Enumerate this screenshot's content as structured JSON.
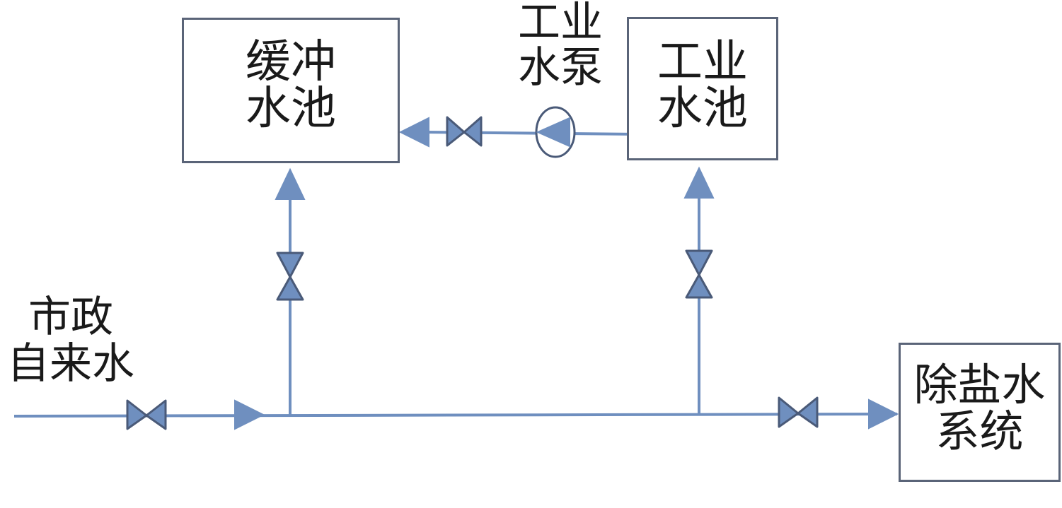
{
  "colors": {
    "pipe": "#6f8fbf",
    "valve_fill": "#6f8fbf",
    "valve_stroke": "#4a5a78",
    "box_border": "#5a6478",
    "text": "#1a1a1a"
  },
  "nodes": {
    "buffer_tank": {
      "line1": "缓冲",
      "line2": "水池"
    },
    "industrial_tank": {
      "line1": "工业",
      "line2": "水池"
    },
    "industrial_pump": {
      "line1": "工业",
      "line2": "水泵"
    },
    "municipal_water": {
      "line1": "市政",
      "line2": "自来水"
    },
    "demineralized_system": {
      "line1": "除盐水",
      "line2": "系统"
    }
  },
  "icons": {
    "pump": "pump-icon",
    "valve": "gate-valve-icon",
    "flow_arrow": "flow-arrow-icon"
  }
}
